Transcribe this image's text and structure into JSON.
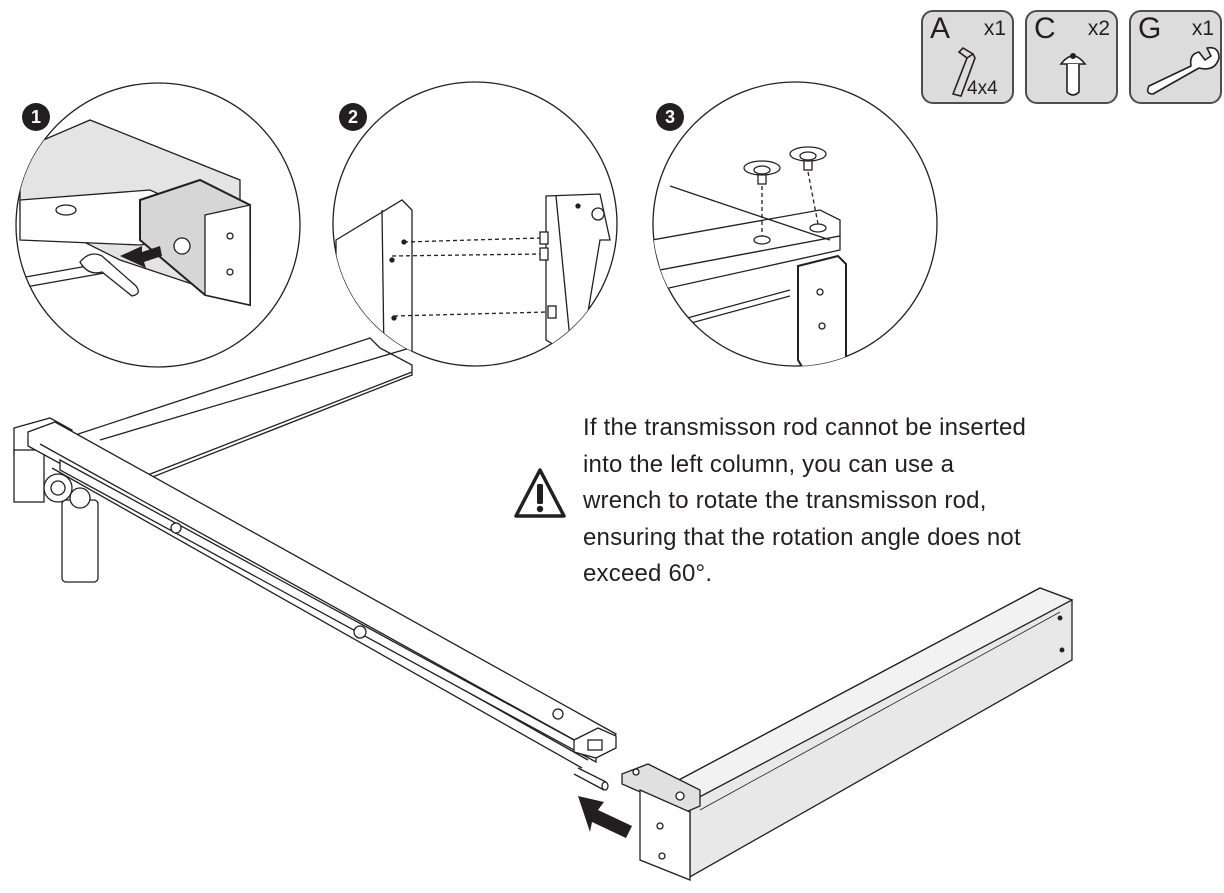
{
  "parts": [
    {
      "letter": "A",
      "qty": "x1",
      "size": "4x4",
      "icon": "hex-key-icon"
    },
    {
      "letter": "C",
      "qty": "x2",
      "size": "",
      "icon": "screw-icon"
    },
    {
      "letter": "G",
      "qty": "x1",
      "size": "",
      "icon": "wrench-icon"
    }
  ],
  "steps": [
    {
      "number": "1"
    },
    {
      "number": "2"
    },
    {
      "number": "3"
    }
  ],
  "warning": {
    "icon": "warning-triangle-icon",
    "lines": [
      "If the transmisson rod cannot be inserted",
      "into the left column, you can use a",
      "wrench to rotate the transmisson rod,",
      "ensuring that the rotation angle does not",
      "exceed 60°."
    ]
  }
}
